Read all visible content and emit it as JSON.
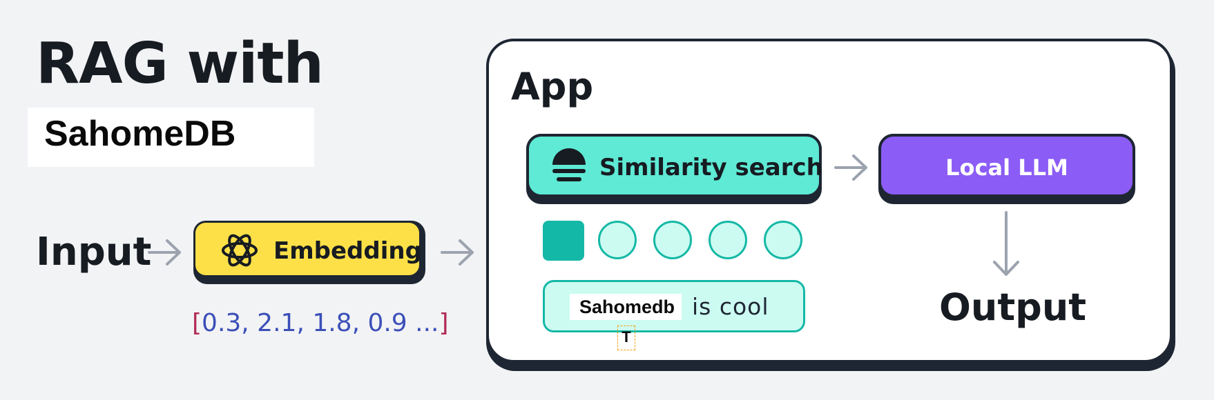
{
  "title": {
    "line1": "RAG with",
    "line2": "SahomeDB"
  },
  "input": {
    "label": "Input"
  },
  "embedding": {
    "label": "Embedding",
    "icon": "openai-logo-icon",
    "vector_open": "[",
    "vector_values": "0.3, 2.1, 1.8, 0.9 ...",
    "vector_close": "]"
  },
  "app": {
    "title": "App",
    "similarity": {
      "label": "Similarity search",
      "icon": "database-stack-icon"
    },
    "llm": {
      "label": "Local LLM"
    },
    "document": {
      "highlight": "Sahomedb",
      "rest": "is cool"
    },
    "cursor_text": "T",
    "output": {
      "label": "Output"
    }
  },
  "colors": {
    "background": "#f2f3f5",
    "dark": "#1e2633",
    "embedding": "#fde047",
    "similarity": "#5eead4",
    "llm": "#8b5cf6",
    "teal": "#14b8a6",
    "teal_light": "#ccfbf1",
    "arrow": "#9ca3af",
    "vector_number": "#3b4fb8",
    "vector_bracket": "#b22a55"
  }
}
